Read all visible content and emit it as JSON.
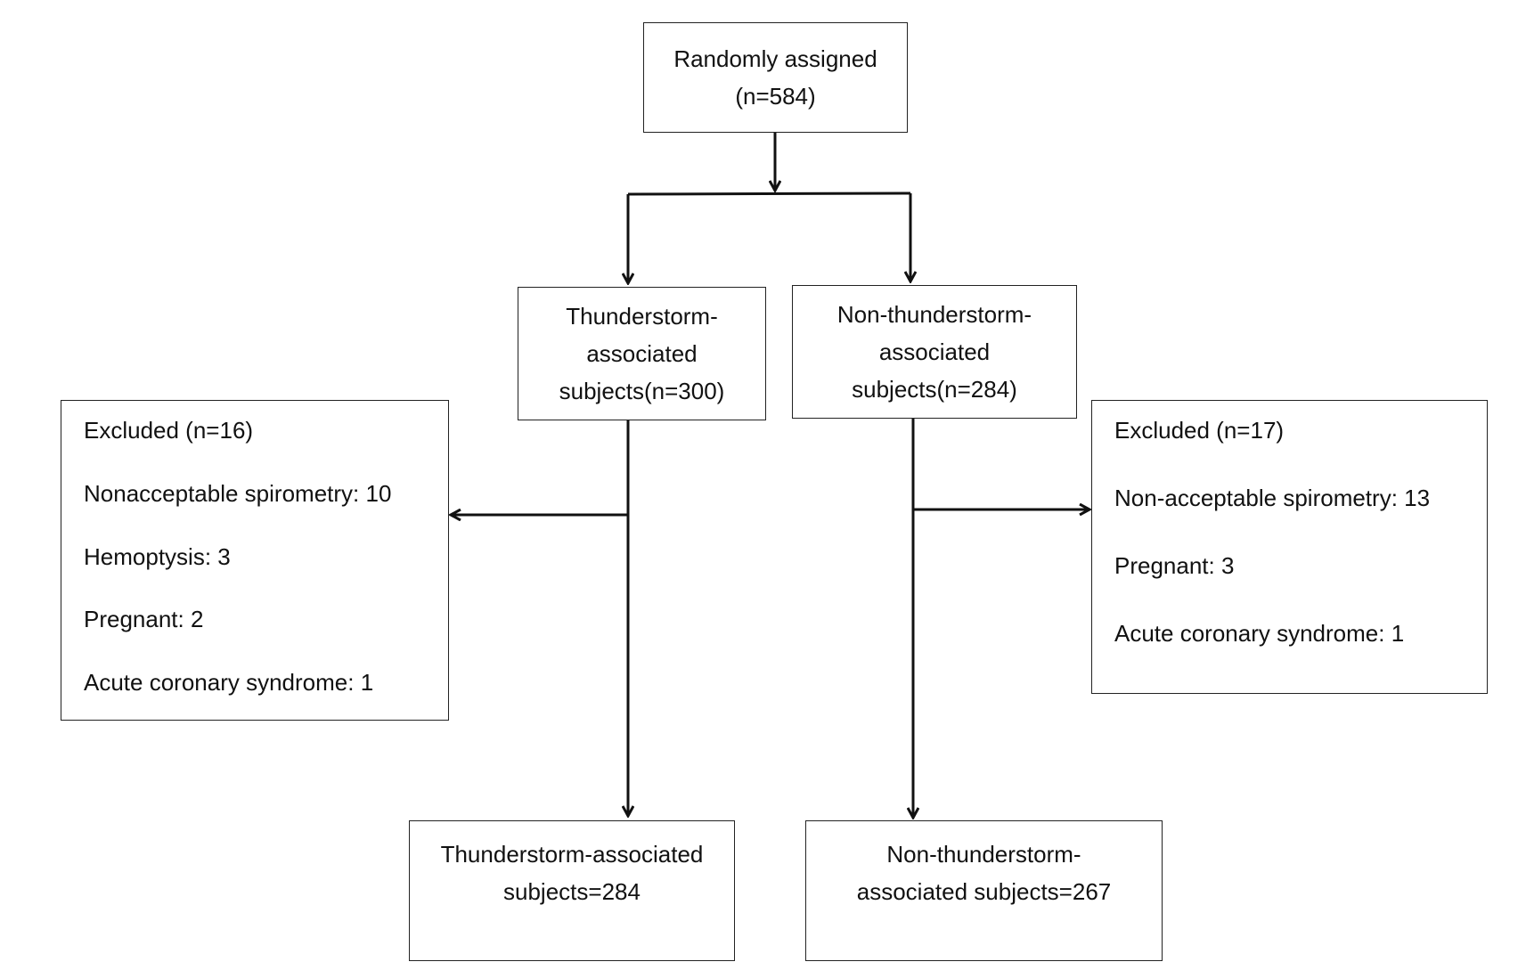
{
  "top_box": {
    "lines": [
      "Randomly assigned",
      "(n=584)"
    ]
  },
  "arm_left": {
    "lines": [
      "Thunderstorm-",
      "associated",
      "subjects(n=300)"
    ]
  },
  "arm_right": {
    "lines": [
      "Non-thunderstorm-",
      "associated",
      "subjects(n=284)"
    ]
  },
  "excluded_left": {
    "title": "Excluded (n=16)",
    "items": [
      "Nonacceptable spirometry: 10",
      "Hemoptysis: 3",
      "Pregnant: 2",
      "Acute coronary syndrome: 1"
    ]
  },
  "excluded_right": {
    "title": "Excluded (n=17)",
    "items": [
      "Non-acceptable spirometry: 13",
      "Pregnant: 3",
      "Acute coronary syndrome: 1"
    ]
  },
  "final_left": {
    "lines": [
      "Thunderstorm-associated",
      "subjects=284"
    ]
  },
  "final_right": {
    "lines": [
      "Non-thunderstorm-",
      "associated subjects=267"
    ]
  }
}
